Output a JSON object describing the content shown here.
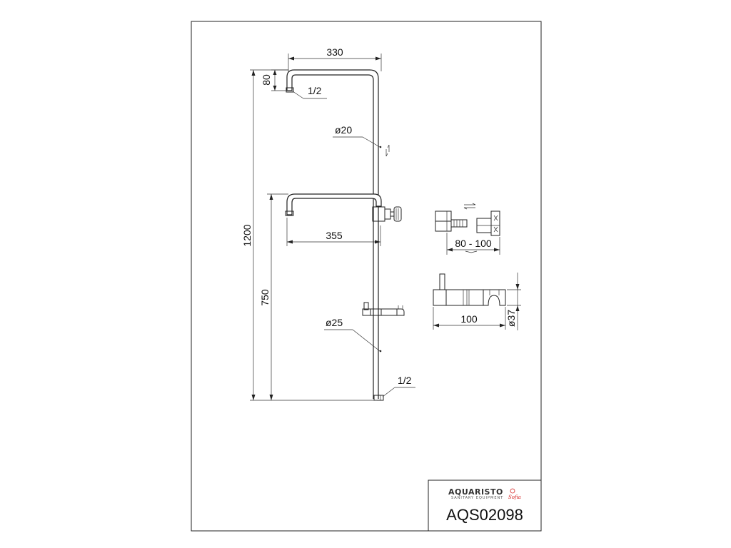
{
  "dimensions": {
    "top_width": "330",
    "head_drop": "80",
    "head_thread": "1/2",
    "bar_diameter": "ø20",
    "arm_width": "355",
    "total_height": "1200",
    "arm_height": "750",
    "slide_diameter": "ø25",
    "bottom_thread": "1/2",
    "wall_range": "80 - 100",
    "slider_width": "100",
    "slider_diameter": "ø37"
  },
  "title_block": {
    "brand": "AQUARISTO",
    "brand_sub": "SANITARY EQUIPMENT",
    "brand_script": "Sofia",
    "product_code": "AQS02098"
  },
  "icons": [
    "swap-arrows-icon"
  ]
}
